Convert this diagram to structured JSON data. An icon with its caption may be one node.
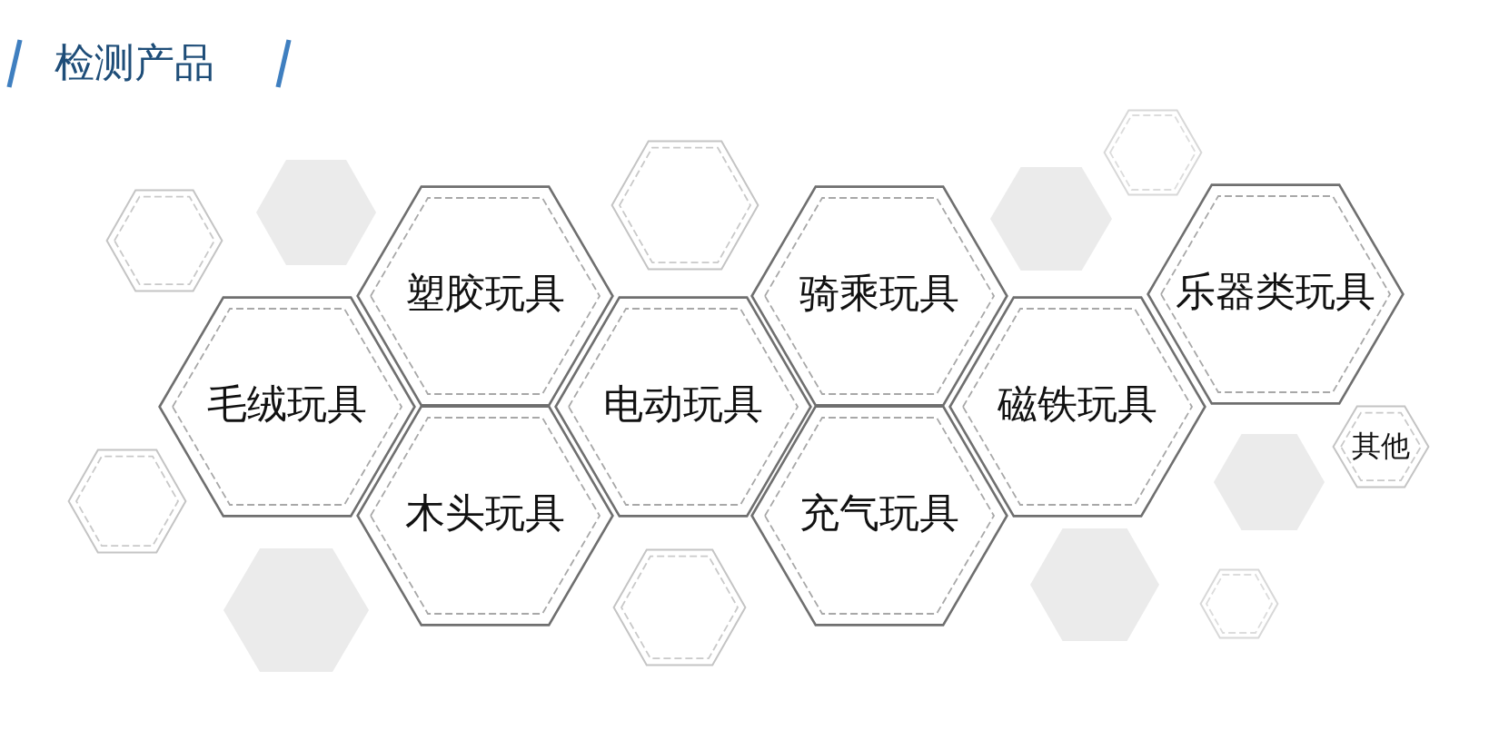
{
  "diagram": {
    "title": "检测产品",
    "nodes": [
      {
        "text": [
          "毛绒玩具"
        ]
      },
      {
        "text": [
          "塑胶玩具"
        ]
      },
      {
        "text": [
          "木头玩具"
        ]
      },
      {
        "text": [
          "电动玩具"
        ]
      },
      {
        "text": [
          "骑乘玩具"
        ]
      },
      {
        "text": [
          "充气玩具"
        ]
      },
      {
        "text": [
          "磁铁玩具"
        ]
      },
      {
        "text": [
          "乐器类玩具"
        ]
      },
      {
        "text": [
          "其他"
        ]
      },
      {
        "text": [],
        "shape": "hexagon"
      },
      {
        "text": [],
        "shape": "hexagon"
      },
      {
        "text": [],
        "shape": "hexagon"
      },
      {
        "text": [],
        "shape": "hexagon"
      },
      {
        "text": [],
        "shape": "hexagon"
      },
      {
        "text": [],
        "shape": "hexagon"
      },
      {
        "text": [],
        "shape": "hexagon"
      },
      {
        "text": [],
        "shape": "hexagon"
      },
      {
        "text": [],
        "shape": "hexagon"
      },
      {
        "text": [],
        "shape": "hexagon"
      },
      {
        "text": [],
        "shape": "hexagon"
      }
    ]
  }
}
